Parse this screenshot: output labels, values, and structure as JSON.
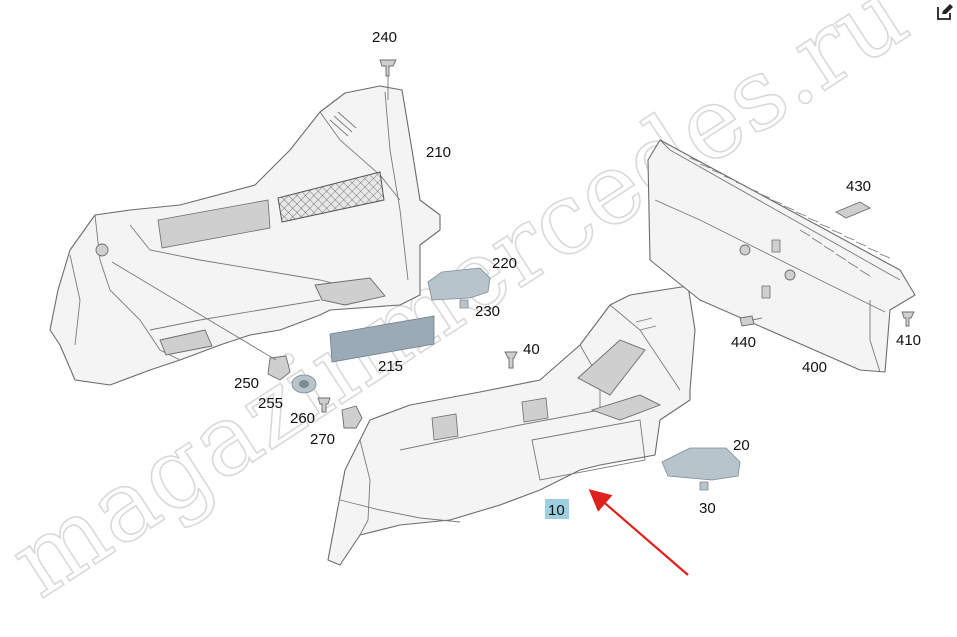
{
  "watermark": "magazinmercedes.ru",
  "callouts": [
    {
      "id": "c240",
      "text": "240"
    },
    {
      "id": "c210",
      "text": "210"
    },
    {
      "id": "c220",
      "text": "220"
    },
    {
      "id": "c230",
      "text": "230"
    },
    {
      "id": "c215",
      "text": "215"
    },
    {
      "id": "c40",
      "text": "40"
    },
    {
      "id": "c250",
      "text": "250"
    },
    {
      "id": "c255",
      "text": "255"
    },
    {
      "id": "c260",
      "text": "260"
    },
    {
      "id": "c270",
      "text": "270"
    },
    {
      "id": "c430",
      "text": "430"
    },
    {
      "id": "c440",
      "text": "440"
    },
    {
      "id": "c400",
      "text": "400"
    },
    {
      "id": "c410",
      "text": "410"
    },
    {
      "id": "c20",
      "text": "20"
    },
    {
      "id": "c30",
      "text": "30"
    },
    {
      "id": "c10",
      "text": "10"
    }
  ],
  "highlighted_callout": "10",
  "colors": {
    "highlight": "#9ccfe0",
    "arrow": "#e0201c",
    "accessory_part": "#9aaab6"
  },
  "icons": {
    "edit": "edit-icon"
  }
}
